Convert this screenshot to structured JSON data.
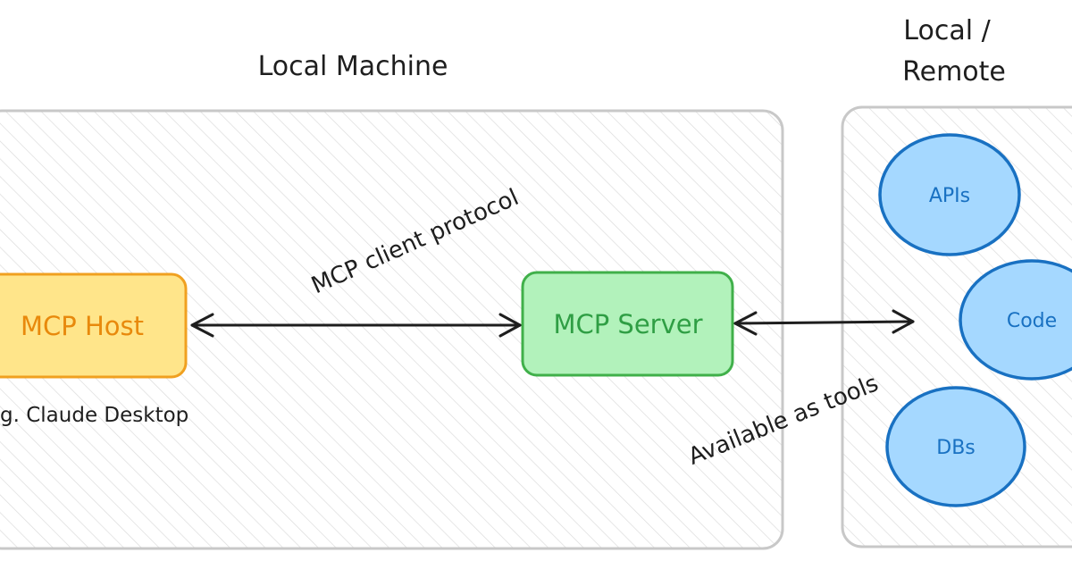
{
  "regions": {
    "local_machine_label": "Local Machine",
    "local_remote_label_line1": "Local /",
    "local_remote_label_line2": "Remote"
  },
  "nodes": {
    "mcp_host": "MCP Host",
    "mcp_host_caption": "g. Claude Desktop",
    "mcp_server": "MCP Server"
  },
  "edges": {
    "client_protocol": "MCP client protocol",
    "available_as_tools": "Available as tools"
  },
  "resources": {
    "apis": "APIs",
    "code": "Code",
    "dbs": "DBs"
  },
  "colors": {
    "region_stroke": "#c8c8c8",
    "hatch": "#dcdcdc",
    "host_fill": "#ffe58a",
    "host_stroke": "#f0a020",
    "host_text": "#e8890c",
    "server_fill": "#b2f2bb",
    "server_stroke": "#40b04a",
    "server_text": "#2f9e44",
    "resource_fill": "#a5d8ff",
    "resource_stroke": "#1971c2",
    "resource_text": "#1971c2",
    "ink": "#1e1e1e"
  }
}
